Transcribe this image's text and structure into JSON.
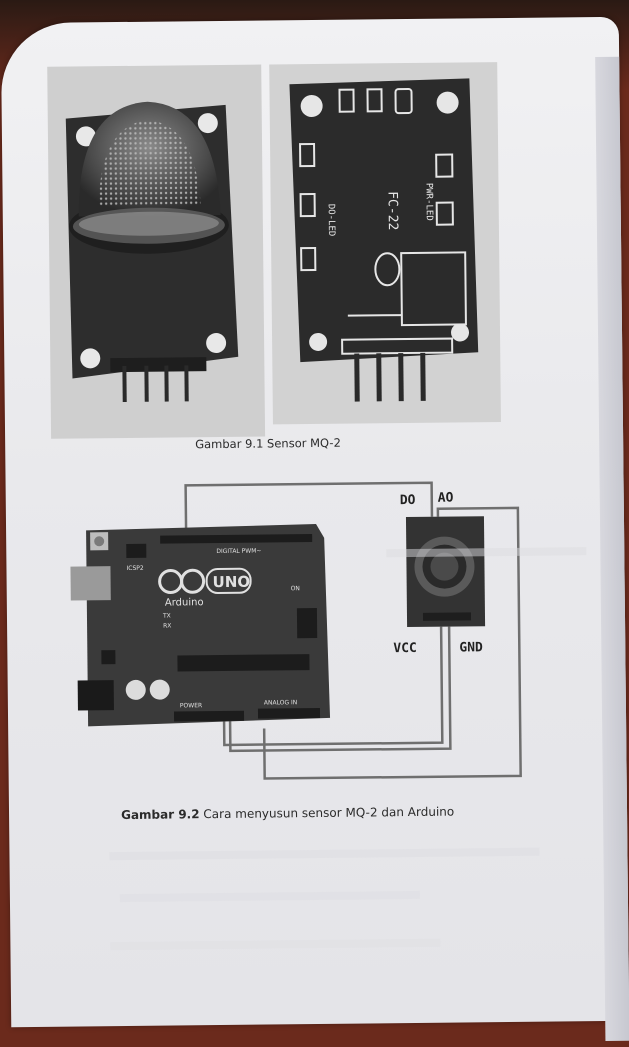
{
  "figure1": {
    "caption": "Gambar 9.1 Sensor MQ-2",
    "board_labels": {
      "model": "FC-22",
      "do_led": "DO-LED",
      "pwr_led": "PWR-LED"
    }
  },
  "figure2": {
    "caption_label": "Gambar 9.2",
    "caption_text": "Cara menyusun sensor MQ-2 dan Arduino",
    "pins": {
      "do": "DO",
      "ao": "AO",
      "vcc": "VCC",
      "gnd": "GND"
    },
    "arduino": {
      "brand": "Arduino",
      "model": "UNO",
      "header_digital": "DIGITAL PWM~",
      "header_power": "POWER",
      "header_analog": "ANALOG IN",
      "icsp": "ICSP2",
      "tx": "TX",
      "rx": "RX",
      "on": "ON"
    }
  },
  "colors": {
    "page": "#ececef",
    "desk": "#6b2a1c",
    "board_dark": "#2e2e2e",
    "wire": "#6f6f6f"
  }
}
